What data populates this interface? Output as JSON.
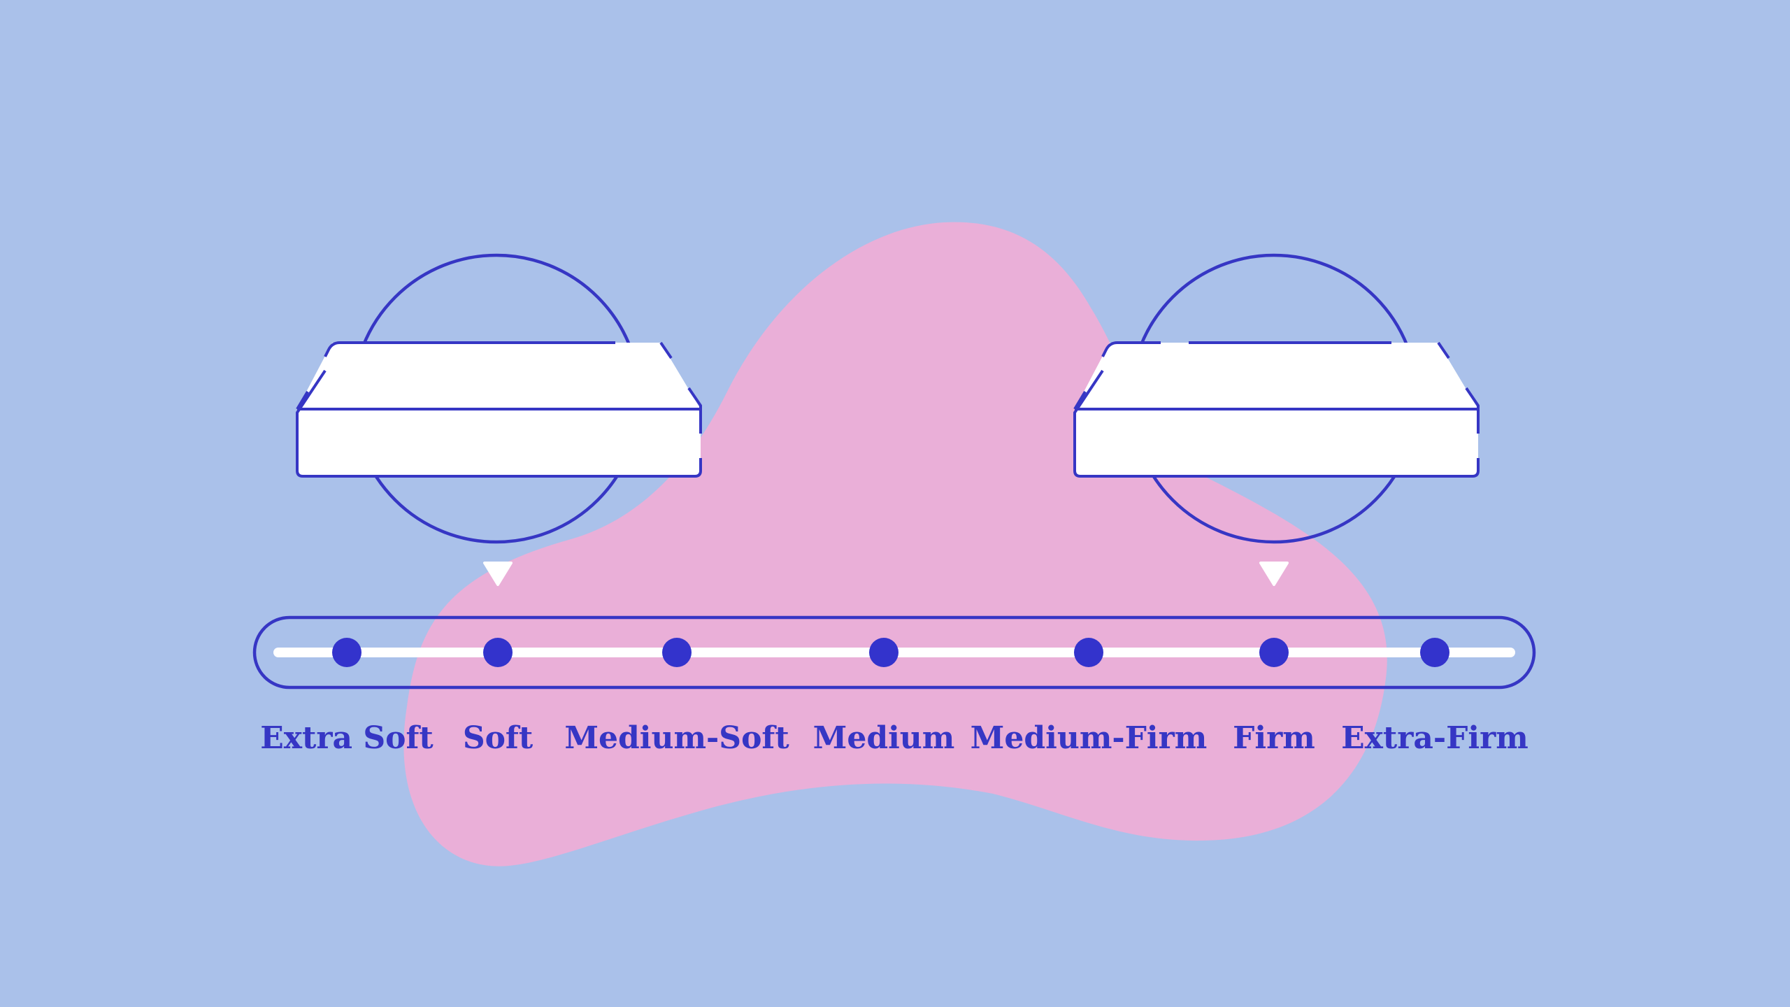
{
  "colors": {
    "background": "#aac1ea",
    "blob": "#eaafd8",
    "ink": "#3636c4",
    "dot": "#3333cc",
    "mattress": "#ffffff"
  },
  "scale": {
    "levels": [
      {
        "label": "Extra Soft"
      },
      {
        "label": "Soft"
      },
      {
        "label": "Medium-Soft"
      },
      {
        "label": "Medium"
      },
      {
        "label": "Medium-Firm"
      },
      {
        "label": "Firm"
      },
      {
        "label": "Extra-Firm"
      }
    ],
    "highlighted": [
      "Soft",
      "Firm"
    ]
  },
  "icons": {
    "left_mattress": "mattress-icon",
    "right_mattress": "mattress-icon",
    "marker": "down-triangle-icon"
  }
}
